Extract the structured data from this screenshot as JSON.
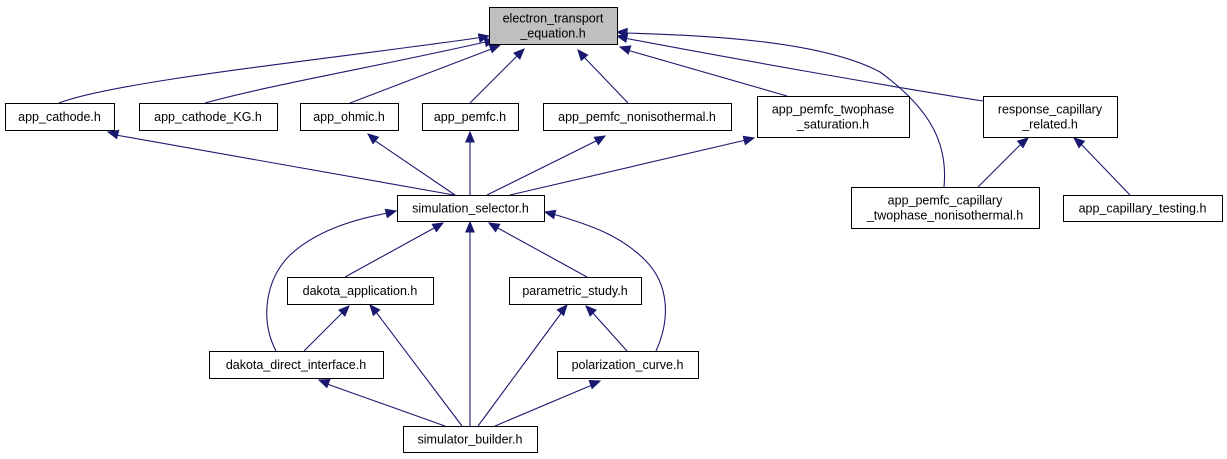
{
  "graph": {
    "nodes": {
      "electron_transport": {
        "lines": [
          "electron_transport",
          "_equation.h"
        ],
        "highlight": true
      },
      "app_cathode": {
        "lines": [
          "app_cathode.h"
        ]
      },
      "app_cathode_kg": {
        "lines": [
          "app_cathode_KG.h"
        ]
      },
      "app_ohmic": {
        "lines": [
          "app_ohmic.h"
        ]
      },
      "app_pemfc": {
        "lines": [
          "app_pemfc.h"
        ]
      },
      "app_pemfc_nonisothermal": {
        "lines": [
          "app_pemfc_nonisothermal.h"
        ]
      },
      "app_pemfc_twophase_saturation": {
        "lines": [
          "app_pemfc_twophase",
          "_saturation.h"
        ]
      },
      "response_capillary_related": {
        "lines": [
          "response_capillary",
          "_related.h"
        ]
      },
      "simulation_selector": {
        "lines": [
          "simulation_selector.h"
        ]
      },
      "app_pemfc_capillary_twophase_nonisothermal": {
        "lines": [
          "app_pemfc_capillary",
          "_twophase_nonisothermal.h"
        ]
      },
      "app_capillary_testing": {
        "lines": [
          "app_capillary_testing.h"
        ]
      },
      "dakota_application": {
        "lines": [
          "dakota_application.h"
        ]
      },
      "parametric_study": {
        "lines": [
          "parametric_study.h"
        ]
      },
      "dakota_direct_interface": {
        "lines": [
          "dakota_direct_interface.h"
        ]
      },
      "polarization_curve": {
        "lines": [
          "polarization_curve.h"
        ]
      },
      "simulator_builder": {
        "lines": [
          "simulator_builder.h"
        ]
      }
    },
    "edges": [
      {
        "from": "app_cathode",
        "to": "electron_transport"
      },
      {
        "from": "app_cathode_kg",
        "to": "electron_transport"
      },
      {
        "from": "app_ohmic",
        "to": "electron_transport"
      },
      {
        "from": "app_pemfc",
        "to": "electron_transport"
      },
      {
        "from": "app_pemfc_nonisothermal",
        "to": "electron_transport"
      },
      {
        "from": "app_pemfc_twophase_saturation",
        "to": "electron_transport"
      },
      {
        "from": "response_capillary_related",
        "to": "electron_transport"
      },
      {
        "from": "app_pemfc_capillary_twophase_nonisothermal",
        "to": "electron_transport"
      },
      {
        "from": "simulation_selector",
        "to": "app_cathode"
      },
      {
        "from": "simulation_selector",
        "to": "app_ohmic"
      },
      {
        "from": "simulation_selector",
        "to": "app_pemfc"
      },
      {
        "from": "simulation_selector",
        "to": "app_pemfc_nonisothermal"
      },
      {
        "from": "simulation_selector",
        "to": "app_pemfc_twophase_saturation"
      },
      {
        "from": "app_pemfc_capillary_twophase_nonisothermal",
        "to": "response_capillary_related"
      },
      {
        "from": "app_capillary_testing",
        "to": "response_capillary_related"
      },
      {
        "from": "dakota_application",
        "to": "simulation_selector"
      },
      {
        "from": "parametric_study",
        "to": "simulation_selector"
      },
      {
        "from": "simulator_builder",
        "to": "simulation_selector"
      },
      {
        "from": "dakota_direct_interface",
        "to": "simulation_selector"
      },
      {
        "from": "polarization_curve",
        "to": "simulation_selector"
      },
      {
        "from": "dakota_direct_interface",
        "to": "dakota_application"
      },
      {
        "from": "simulator_builder",
        "to": "dakota_application"
      },
      {
        "from": "polarization_curve",
        "to": "parametric_study"
      },
      {
        "from": "simulator_builder",
        "to": "parametric_study"
      },
      {
        "from": "simulator_builder",
        "to": "dakota_direct_interface"
      },
      {
        "from": "simulator_builder",
        "to": "polarization_curve"
      }
    ]
  }
}
